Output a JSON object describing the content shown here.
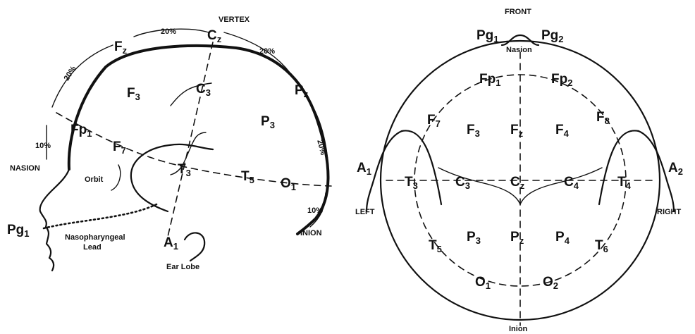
{
  "side_view": {
    "vertex": "VERTEX",
    "nasion": "NASION",
    "inion": "INION",
    "orbit": "Orbit",
    "ear_lobe": "Ear Lobe",
    "nasopharyngeal_1": "Nasopharyngeal",
    "nasopharyngeal_2": "Lead",
    "pct_20": "20%",
    "pct_10": "10%",
    "electrodes": {
      "fz": {
        "b": "F",
        "s": "z"
      },
      "cz": {
        "b": "C",
        "s": "z"
      },
      "pz": {
        "b": "P",
        "s": "z"
      },
      "f3": {
        "b": "F",
        "s": "3"
      },
      "c3": {
        "b": "C",
        "s": "3"
      },
      "p3": {
        "b": "P",
        "s": "3"
      },
      "fp1": {
        "b": "Fp",
        "s": "1"
      },
      "f7": {
        "b": "F",
        "s": "7"
      },
      "t3": {
        "b": "T",
        "s": "3"
      },
      "t5": {
        "b": "T",
        "s": "5"
      },
      "o1": {
        "b": "O",
        "s": "1"
      },
      "pg1": {
        "b": "Pg",
        "s": "1"
      },
      "a1": {
        "b": "A",
        "s": "1"
      }
    }
  },
  "top_view": {
    "front": "FRONT",
    "nasion": "Nasion",
    "left": "LEFT",
    "right": "RIGHT",
    "inion": "Inion",
    "electrodes": {
      "pg1": {
        "b": "Pg",
        "s": "1"
      },
      "pg2": {
        "b": "Pg",
        "s": "2"
      },
      "fp1": {
        "b": "Fp",
        "s": "1"
      },
      "fp2": {
        "b": "Fp",
        "s": "2"
      },
      "f7": {
        "b": "F",
        "s": "7"
      },
      "f3": {
        "b": "F",
        "s": "3"
      },
      "fz": {
        "b": "F",
        "s": "z"
      },
      "f4": {
        "b": "F",
        "s": "4"
      },
      "f8": {
        "b": "F",
        "s": "8"
      },
      "a1": {
        "b": "A",
        "s": "1"
      },
      "t3": {
        "b": "T",
        "s": "3"
      },
      "c3": {
        "b": "C",
        "s": "3"
      },
      "cz": {
        "b": "C",
        "s": "z"
      },
      "c4": {
        "b": "C",
        "s": "4"
      },
      "t4": {
        "b": "T",
        "s": "4"
      },
      "a2": {
        "b": "A",
        "s": "2"
      },
      "t5": {
        "b": "T",
        "s": "5"
      },
      "p3": {
        "b": "P",
        "s": "3"
      },
      "pz": {
        "b": "P",
        "s": "z"
      },
      "p4": {
        "b": "P",
        "s": "4"
      },
      "t6": {
        "b": "T",
        "s": "6"
      },
      "o1": {
        "b": "O",
        "s": "1"
      },
      "o2": {
        "b": "O",
        "s": "2"
      }
    }
  }
}
